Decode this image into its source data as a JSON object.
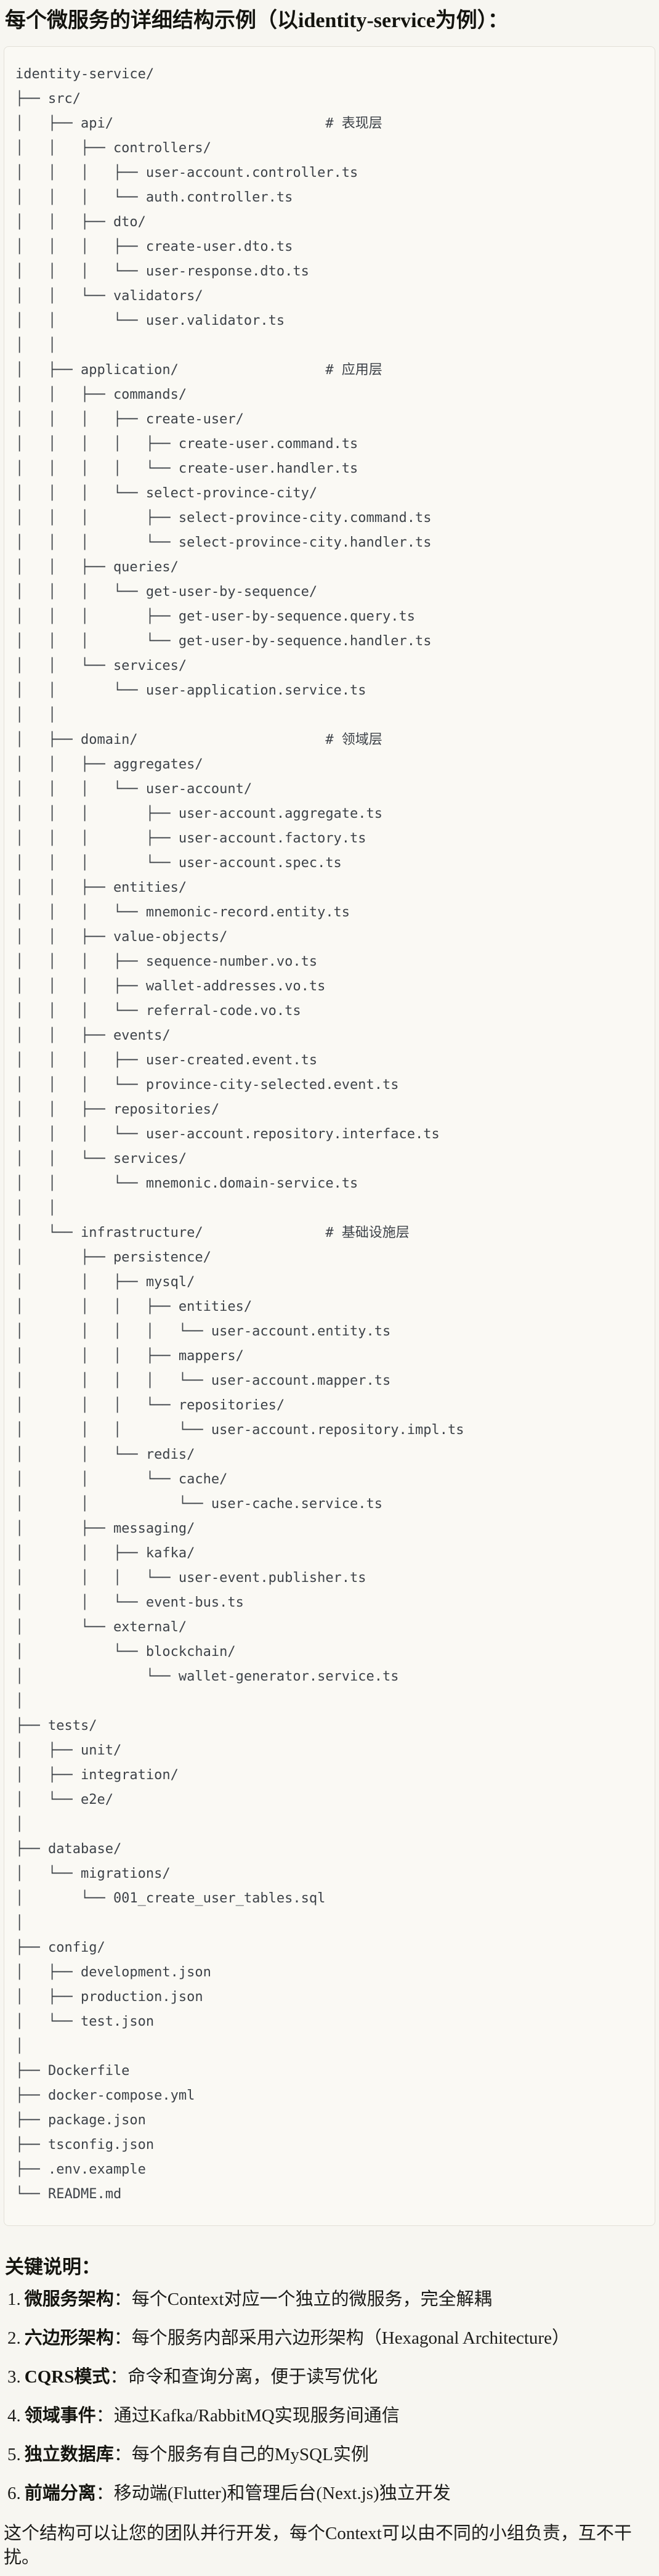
{
  "page": {
    "title": "每个微服务的详细结构示例（以identity-service为例）：",
    "notes_heading": "关键说明：",
    "footer": "这个结构可以让您的团队并行开发，每个Context可以由不同的小组负责，互不干扰。"
  },
  "tree": {
    "language": "plaintext",
    "root": "identity-service/",
    "layer_comments": [
      "# 表现层",
      "# 应用层",
      "# 领域层",
      "# 基础设施层"
    ],
    "lines": [
      "identity-service/",
      "├── src/",
      "│   ├── api/                          # 表现层",
      "│   │   ├── controllers/",
      "│   │   │   ├── user-account.controller.ts",
      "│   │   │   └── auth.controller.ts",
      "│   │   ├── dto/",
      "│   │   │   ├── create-user.dto.ts",
      "│   │   │   └── user-response.dto.ts",
      "│   │   └── validators/",
      "│   │       └── user.validator.ts",
      "│   │",
      "│   ├── application/                  # 应用层",
      "│   │   ├── commands/",
      "│   │   │   ├── create-user/",
      "│   │   │   │   ├── create-user.command.ts",
      "│   │   │   │   └── create-user.handler.ts",
      "│   │   │   └── select-province-city/",
      "│   │   │       ├── select-province-city.command.ts",
      "│   │   │       └── select-province-city.handler.ts",
      "│   │   ├── queries/",
      "│   │   │   └── get-user-by-sequence/",
      "│   │   │       ├── get-user-by-sequence.query.ts",
      "│   │   │       └── get-user-by-sequence.handler.ts",
      "│   │   └── services/",
      "│   │       └── user-application.service.ts",
      "│   │",
      "│   ├── domain/                       # 领域层",
      "│   │   ├── aggregates/",
      "│   │   │   └── user-account/",
      "│   │   │       ├── user-account.aggregate.ts",
      "│   │   │       ├── user-account.factory.ts",
      "│   │   │       └── user-account.spec.ts",
      "│   │   ├── entities/",
      "│   │   │   └── mnemonic-record.entity.ts",
      "│   │   ├── value-objects/",
      "│   │   │   ├── sequence-number.vo.ts",
      "│   │   │   ├── wallet-addresses.vo.ts",
      "│   │   │   └── referral-code.vo.ts",
      "│   │   ├── events/",
      "│   │   │   ├── user-created.event.ts",
      "│   │   │   └── province-city-selected.event.ts",
      "│   │   ├── repositories/",
      "│   │   │   └── user-account.repository.interface.ts",
      "│   │   └── services/",
      "│   │       └── mnemonic.domain-service.ts",
      "│   │",
      "│   └── infrastructure/               # 基础设施层",
      "│       ├── persistence/",
      "│       │   ├── mysql/",
      "│       │   │   ├── entities/",
      "│       │   │   │   └── user-account.entity.ts",
      "│       │   │   ├── mappers/",
      "│       │   │   │   └── user-account.mapper.ts",
      "│       │   │   └── repositories/",
      "│       │   │       └── user-account.repository.impl.ts",
      "│       │   └── redis/",
      "│       │       └── cache/",
      "│       │           └── user-cache.service.ts",
      "│       ├── messaging/",
      "│       │   ├── kafka/",
      "│       │   │   └── user-event.publisher.ts",
      "│       │   └── event-bus.ts",
      "│       └── external/",
      "│           └── blockchain/",
      "│               └── wallet-generator.service.ts",
      "│",
      "├── tests/",
      "│   ├── unit/",
      "│   ├── integration/",
      "│   └── e2e/",
      "│",
      "├── database/",
      "│   └── migrations/",
      "│       └── 001_create_user_tables.sql",
      "│",
      "├── config/",
      "│   ├── development.json",
      "│   ├── production.json",
      "│   └── test.json",
      "│",
      "├── Dockerfile",
      "├── docker-compose.yml",
      "├── package.json",
      "├── tsconfig.json",
      "├── .env.example",
      "└── README.md"
    ]
  },
  "notes": {
    "items": [
      {
        "num": "1.",
        "label": "微服务架构",
        "text": "：每个Context对应一个独立的微服务，完全解耦"
      },
      {
        "num": "2.",
        "label": "六边形架构",
        "text": "：每个服务内部采用六边形架构（Hexagonal Architecture）"
      },
      {
        "num": "3.",
        "label": "CQRS模式",
        "text": "：命令和查询分离，便于读写优化"
      },
      {
        "num": "4.",
        "label": "领域事件",
        "text": "：通过Kafka/RabbitMQ实现服务间通信"
      },
      {
        "num": "5.",
        "label": "独立数据库",
        "text": "：每个服务有自己的MySQL实例"
      },
      {
        "num": "6.",
        "label": "前端分离",
        "text": "：移动端(Flutter)和管理后台(Next.js)独立开发"
      }
    ]
  },
  "colors": {
    "page_bg": "#f7f6f1",
    "code_bg": "#faf9f4",
    "code_border": "#e2e0d8",
    "code_text": "#3d4248",
    "heading_text": "#14140f",
    "body_text": "#1c1c1a"
  }
}
